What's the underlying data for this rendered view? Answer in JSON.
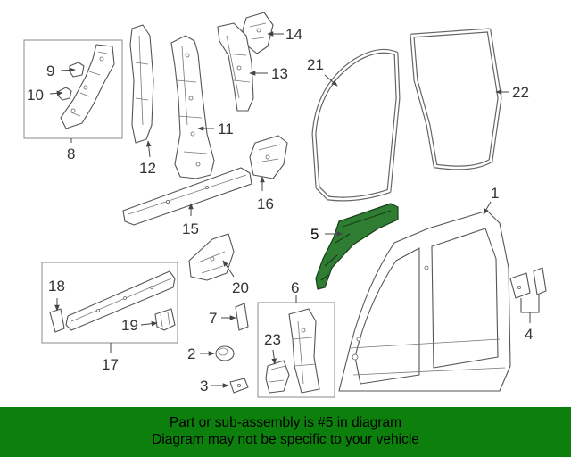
{
  "callouts": {
    "c1": "1",
    "c2": "2",
    "c3": "3",
    "c4": "4",
    "c5": "5",
    "c6": "6",
    "c7": "7",
    "c8": "8",
    "c9": "9",
    "c10": "10",
    "c11": "11",
    "c12": "12",
    "c13": "13",
    "c14": "14",
    "c15": "15",
    "c16": "16",
    "c17": "17",
    "c18": "18",
    "c19": "19",
    "c20": "20",
    "c21": "21",
    "c22": "22",
    "c23": "23"
  },
  "colors": {
    "highlight": "#2e7d32",
    "footer_bg": "#0d7f0d",
    "line": "#555555"
  },
  "footer": {
    "line1": "Part or sub-assembly is #5 in diagram",
    "line2": "Diagram may not be specific to your vehicle"
  }
}
